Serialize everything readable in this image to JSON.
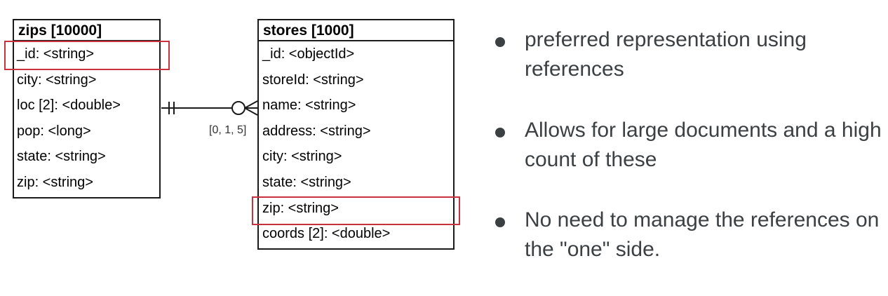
{
  "zips": {
    "title": "zips [10000]",
    "fields": [
      "_id: <string>",
      "city: <string>",
      "loc [2]: <double>",
      "pop: <long>",
      "state: <string>",
      "zip: <string>"
    ]
  },
  "stores": {
    "title": "stores [1000]",
    "fields": [
      "_id: <objectId>",
      "storeId: <string>",
      "name: <string>",
      "address: <string>",
      "city: <string>",
      "state: <string>",
      "zip: <string>",
      "coords [2]: <double>"
    ]
  },
  "relationship": {
    "cardinality_label": "[0, 1, 5]"
  },
  "highlight_color": "#c8313e",
  "bullets": [
    "preferred representation using references",
    "Allows for large documents and a high count of these",
    "No need to manage the references on the \"one\" side."
  ]
}
